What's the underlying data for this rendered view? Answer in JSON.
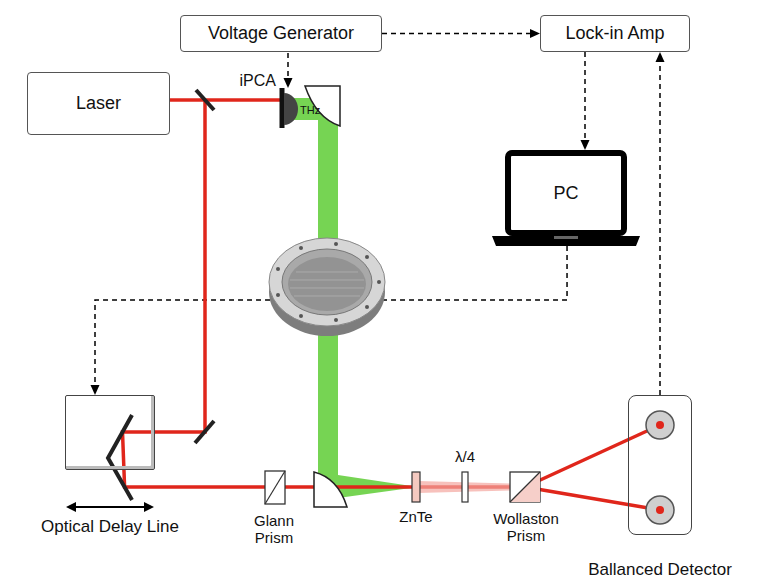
{
  "diagram": {
    "nodes": [
      {
        "text": [
          "Voltage Generator"
        ]
      },
      {
        "text": [
          "Lock-in Amp"
        ]
      },
      {
        "text": [
          "Laser"
        ]
      },
      {
        "text": [
          "PC"
        ]
      },
      {
        "text": [
          "Optical Delay Line"
        ]
      },
      {
        "text": [
          "Ballanced Detector"
        ]
      }
    ],
    "edges": [
      {
        "from": 0,
        "to": 1,
        "arrow": "to"
      },
      {
        "from": 1,
        "to": 3,
        "arrow": "to"
      },
      {
        "from": 3,
        "to": 4,
        "arrow": "to"
      },
      {
        "from": 5,
        "to": 1,
        "arrow": "to"
      }
    ],
    "labels": [
      "iPCA",
      "THz",
      "Glann Prism",
      "ZnTe",
      "λ/4",
      "Wollaston Prism"
    ]
  }
}
